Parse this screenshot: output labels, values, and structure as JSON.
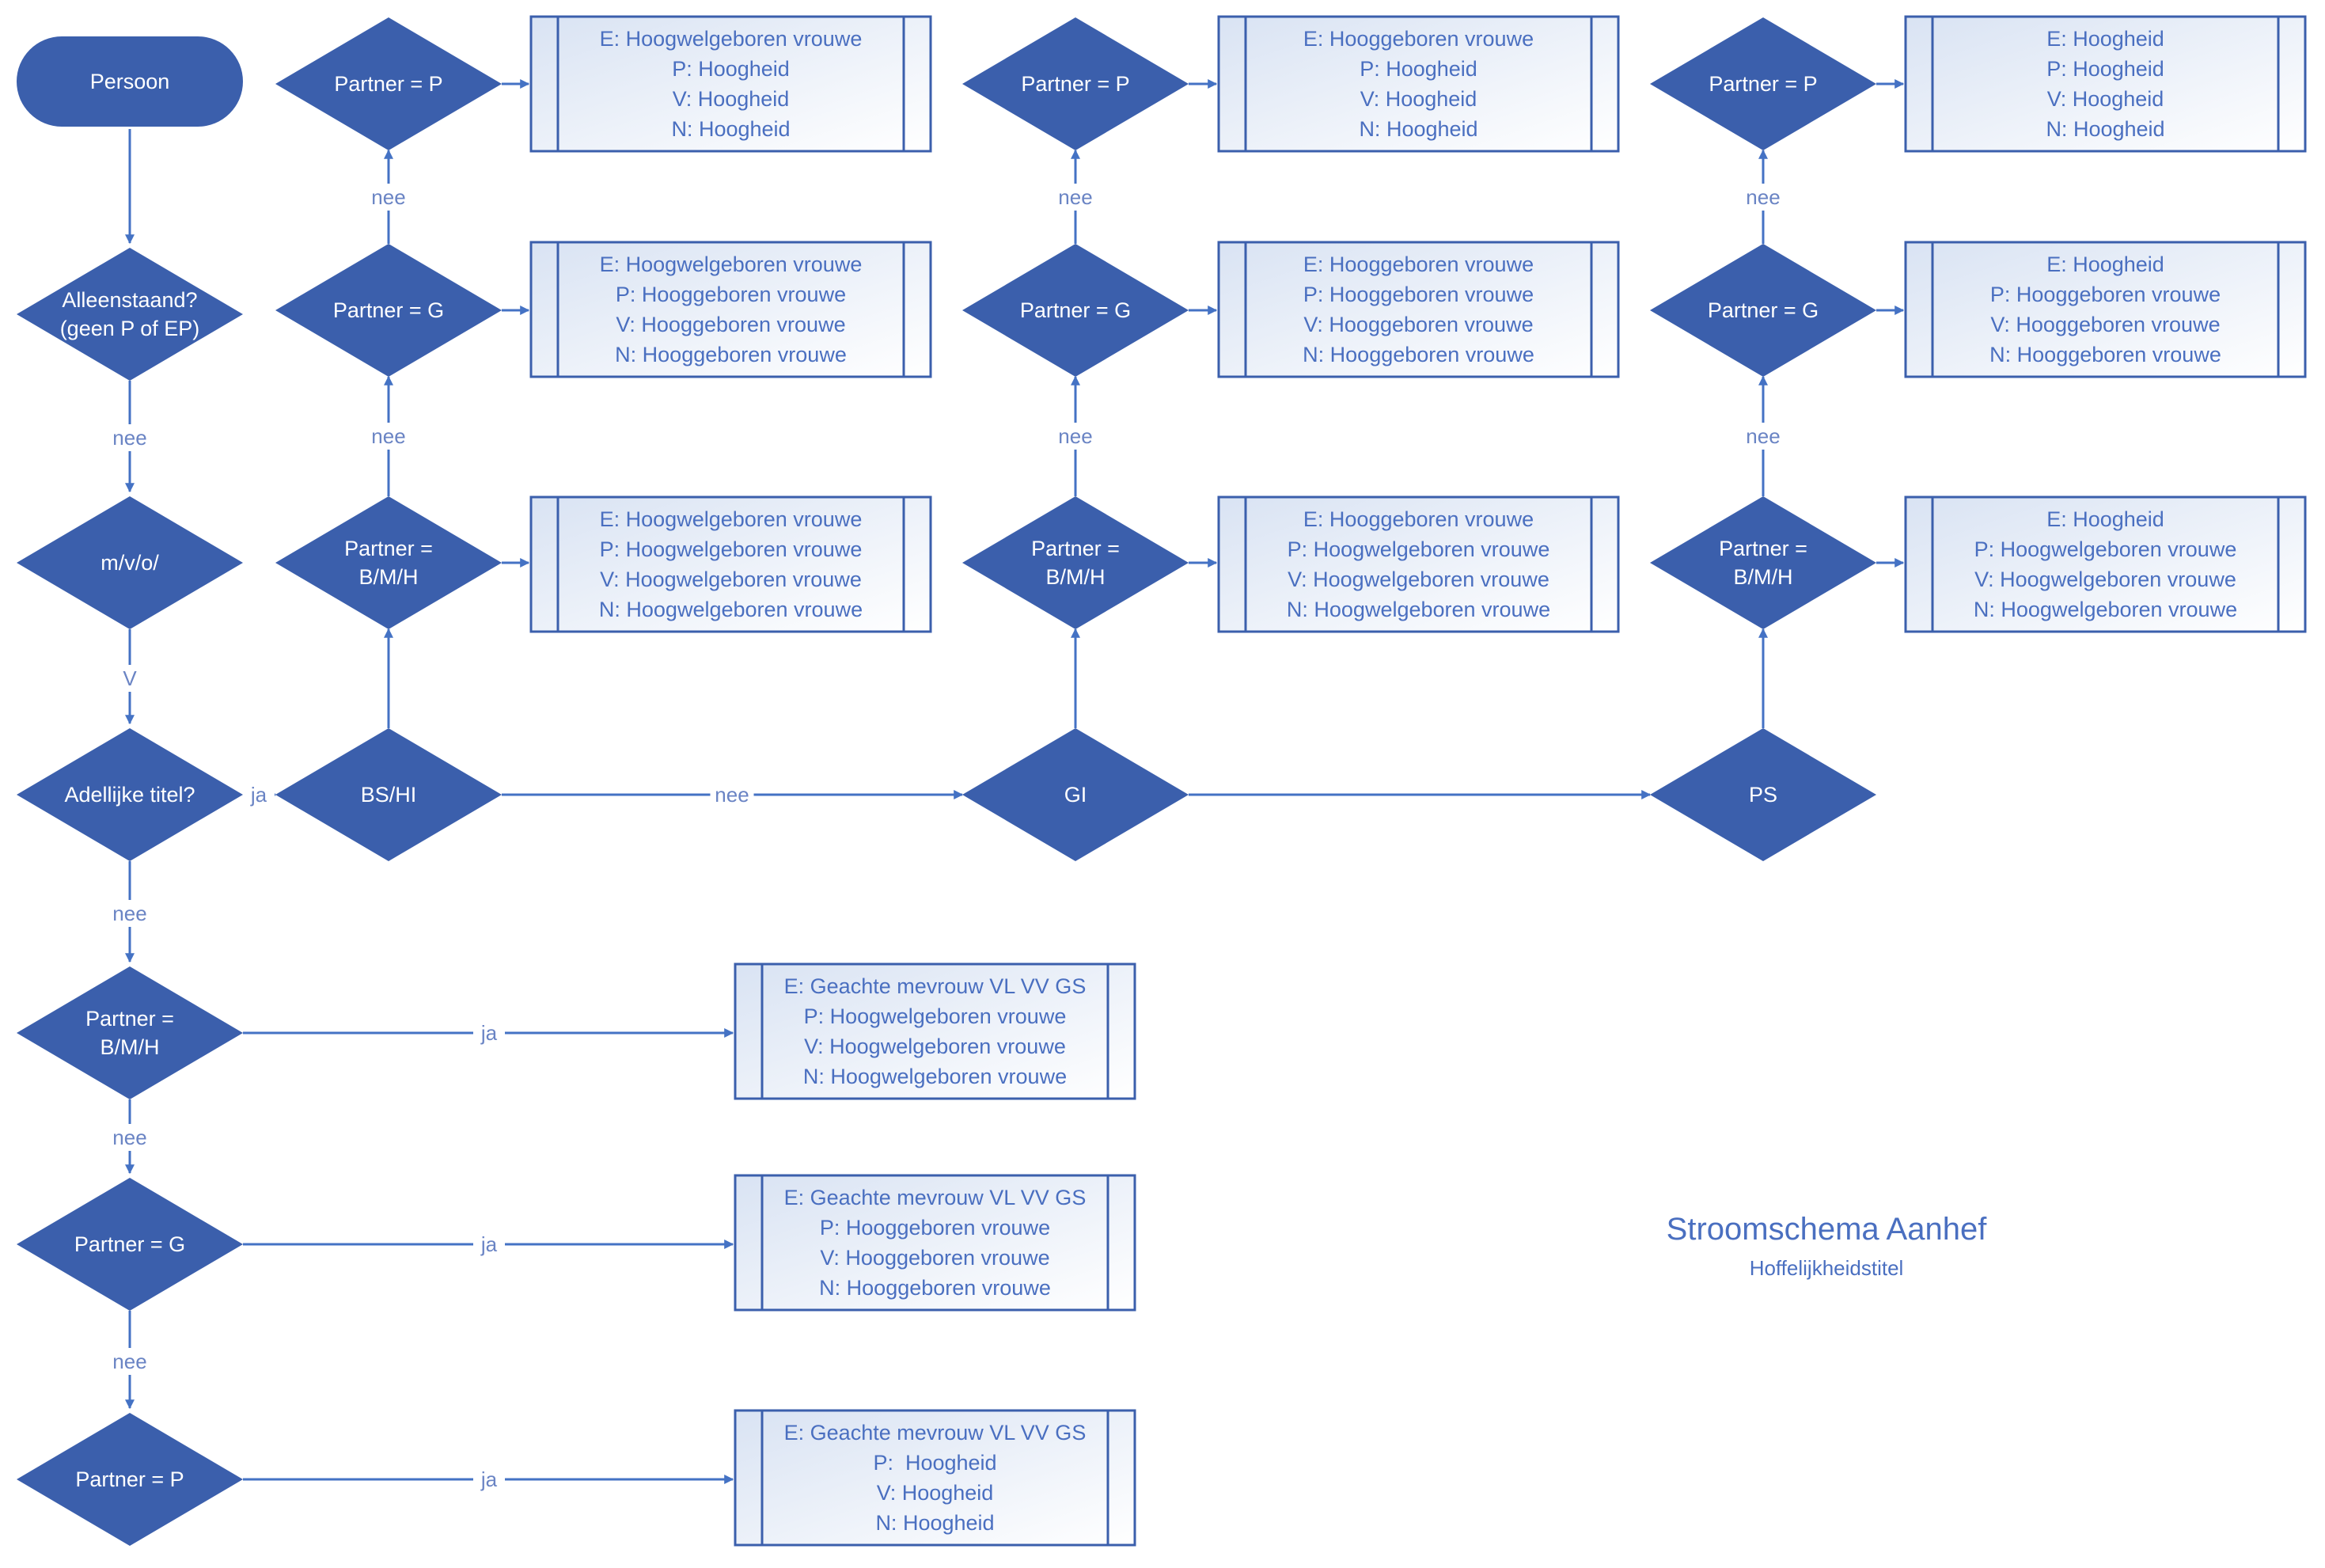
{
  "colors": {
    "shape_fill": "#3b5fac",
    "line": "#4472c4",
    "box_border": "#3b5fac",
    "box_gradient_start": "#d9e3f3",
    "box_gradient_end": "#ffffff",
    "text_on_shape": "#ffffff",
    "text_in_box": "#4a6fc0"
  },
  "title": {
    "main": "Stroomschema Aanhef",
    "subtitle": "Hoffelijkheidstitel"
  },
  "nodes": {
    "persoon": {
      "lines": [
        "Persoon"
      ]
    },
    "alleenstaand": {
      "lines": [
        "Alleenstaand?",
        "(geen P of EP)"
      ]
    },
    "mvo": {
      "lines": [
        "m/v/o/"
      ]
    },
    "adellijke": {
      "lines": [
        "Adellijke titel?"
      ]
    },
    "left_pbmh": {
      "lines": [
        "Partner =",
        "B/M/H"
      ]
    },
    "left_pg": {
      "lines": [
        "Partner = G"
      ]
    },
    "left_pp": {
      "lines": [
        "Partner = P"
      ]
    },
    "bshi": {
      "lines": [
        "BS/HI"
      ]
    },
    "gi": {
      "lines": [
        "GI"
      ]
    },
    "ps": {
      "lines": [
        "PS"
      ]
    },
    "c1_pbmh": {
      "lines": [
        "Partner =",
        "B/M/H"
      ]
    },
    "c1_pg": {
      "lines": [
        "Partner = G"
      ]
    },
    "c1_pp": {
      "lines": [
        "Partner = P"
      ]
    },
    "c2_pbmh": {
      "lines": [
        "Partner =",
        "B/M/H"
      ]
    },
    "c2_pg": {
      "lines": [
        "Partner = G"
      ]
    },
    "c2_pp": {
      "lines": [
        "Partner = P"
      ]
    },
    "c3_pbmh": {
      "lines": [
        "Partner =",
        "B/M/H"
      ]
    },
    "c3_pg": {
      "lines": [
        "Partner = G"
      ]
    },
    "c3_pp": {
      "lines": [
        "Partner = P"
      ]
    }
  },
  "boxes": {
    "c1_pp": [
      "E: Hoogwelgeboren vrouwe",
      "P: Hoogheid",
      "V: Hoogheid",
      "N: Hoogheid"
    ],
    "c1_pg": [
      "E: Hoogwelgeboren vrouwe",
      "P: Hooggeboren vrouwe",
      "V: Hooggeboren vrouwe",
      "N: Hooggeboren vrouwe"
    ],
    "c1_pbmh": [
      "E: Hoogwelgeboren vrouwe",
      "P: Hoogwelgeboren vrouwe",
      "V: Hoogwelgeboren vrouwe",
      "N: Hoogwelgeboren vrouwe"
    ],
    "c2_pp": [
      "E: Hooggeboren vrouwe",
      "P: Hoogheid",
      "V: Hoogheid",
      "N: Hoogheid"
    ],
    "c2_pg": [
      "E: Hooggeboren vrouwe",
      "P: Hooggeboren vrouwe",
      "V: Hooggeboren vrouwe",
      "N: Hooggeboren vrouwe"
    ],
    "c2_pbmh": [
      "E: Hooggeboren vrouwe",
      "P: Hoogwelgeboren vrouwe",
      "V: Hoogwelgeboren vrouwe",
      "N: Hoogwelgeboren vrouwe"
    ],
    "c3_pp": [
      "E: Hoogheid",
      "P: Hoogheid",
      "V: Hoogheid",
      "N: Hoogheid"
    ],
    "c3_pg": [
      "E: Hoogheid",
      "P: Hooggeboren vrouwe",
      "V: Hooggeboren vrouwe",
      "N: Hooggeboren vrouwe"
    ],
    "c3_pbmh": [
      "E: Hoogheid",
      "P: Hoogwelgeboren vrouwe",
      "V: Hoogwelgeboren vrouwe",
      "N: Hoogwelgeboren vrouwe"
    ],
    "left_pbmh": [
      "E: Geachte mevrouw VL VV GS",
      "P: Hoogwelgeboren vrouwe",
      "V: Hoogwelgeboren vrouwe",
      "N: Hoogwelgeboren vrouwe"
    ],
    "left_pg": [
      "E: Geachte mevrouw VL VV GS",
      "P: Hooggeboren vrouwe",
      "V: Hooggeboren vrouwe",
      "N: Hooggeboren vrouwe"
    ],
    "left_pp": [
      "E: Geachte mevrouw VL VV GS",
      "P:  Hoogheid",
      "V: Hoogheid",
      "N: Hoogheid"
    ]
  },
  "edge_labels": {
    "nee": "nee",
    "ja": "ja",
    "v": "V"
  }
}
